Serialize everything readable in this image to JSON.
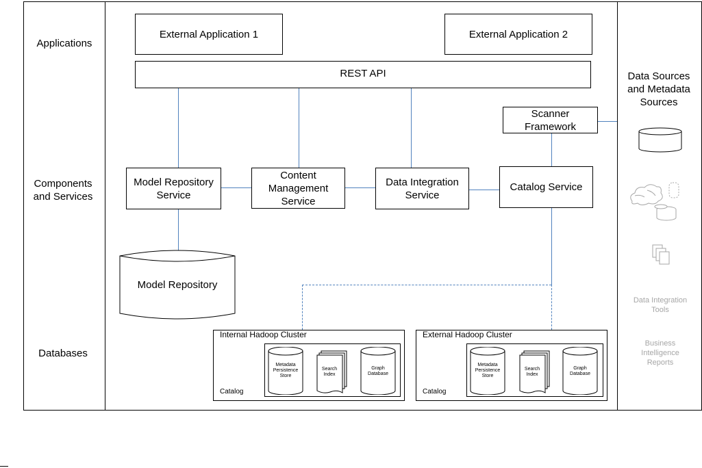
{
  "lanes": {
    "applications": "Applications",
    "components": "Components and Services",
    "databases": "Databases"
  },
  "apps": {
    "external_app_1": "External Application 1",
    "external_app_2": "External Application 2",
    "rest_api": "REST API"
  },
  "services": {
    "model_repository_service": "Model Repository Service",
    "content_management_service": "Content Management Service",
    "data_integration_service": "Data Integration Service",
    "catalog_service": "Catalog Service",
    "scanner_framework": "Scanner Framework"
  },
  "databases": {
    "model_repository": "Model Repository"
  },
  "clusters": [
    {
      "title": "Internal Hadoop Cluster",
      "catalog": "Catalog",
      "store": "Metadata Persistence Store",
      "index": "Search Index",
      "graph": "Graph Database"
    },
    {
      "title": "External Hadoop Cluster",
      "catalog": "Catalog",
      "store": "Metadata Persistence Store",
      "index": "Search Index",
      "graph": "Graph Database"
    }
  ],
  "sources": {
    "title": "Data Sources and Metadata Sources",
    "di_tools": "Data Integration Tools",
    "bi_reports": "Business Intelligence Reports"
  },
  "colors": {
    "connector": "#4f81bd",
    "muted": "#a6a6a6"
  }
}
